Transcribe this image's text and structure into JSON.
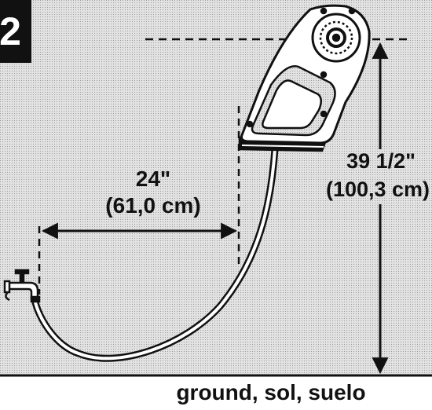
{
  "step_number": "2",
  "horizontal_distance": {
    "inches": "24\"",
    "centimeters": "(61,0 cm)"
  },
  "vertical_height": {
    "inches": "39 1/2\"",
    "centimeters": "(100,3 cm)"
  },
  "ground_label": "ground, sol, suelo",
  "colors": {
    "ink": "#111111",
    "background_pattern": "#d9d9d9",
    "paper": "#ffffff"
  }
}
